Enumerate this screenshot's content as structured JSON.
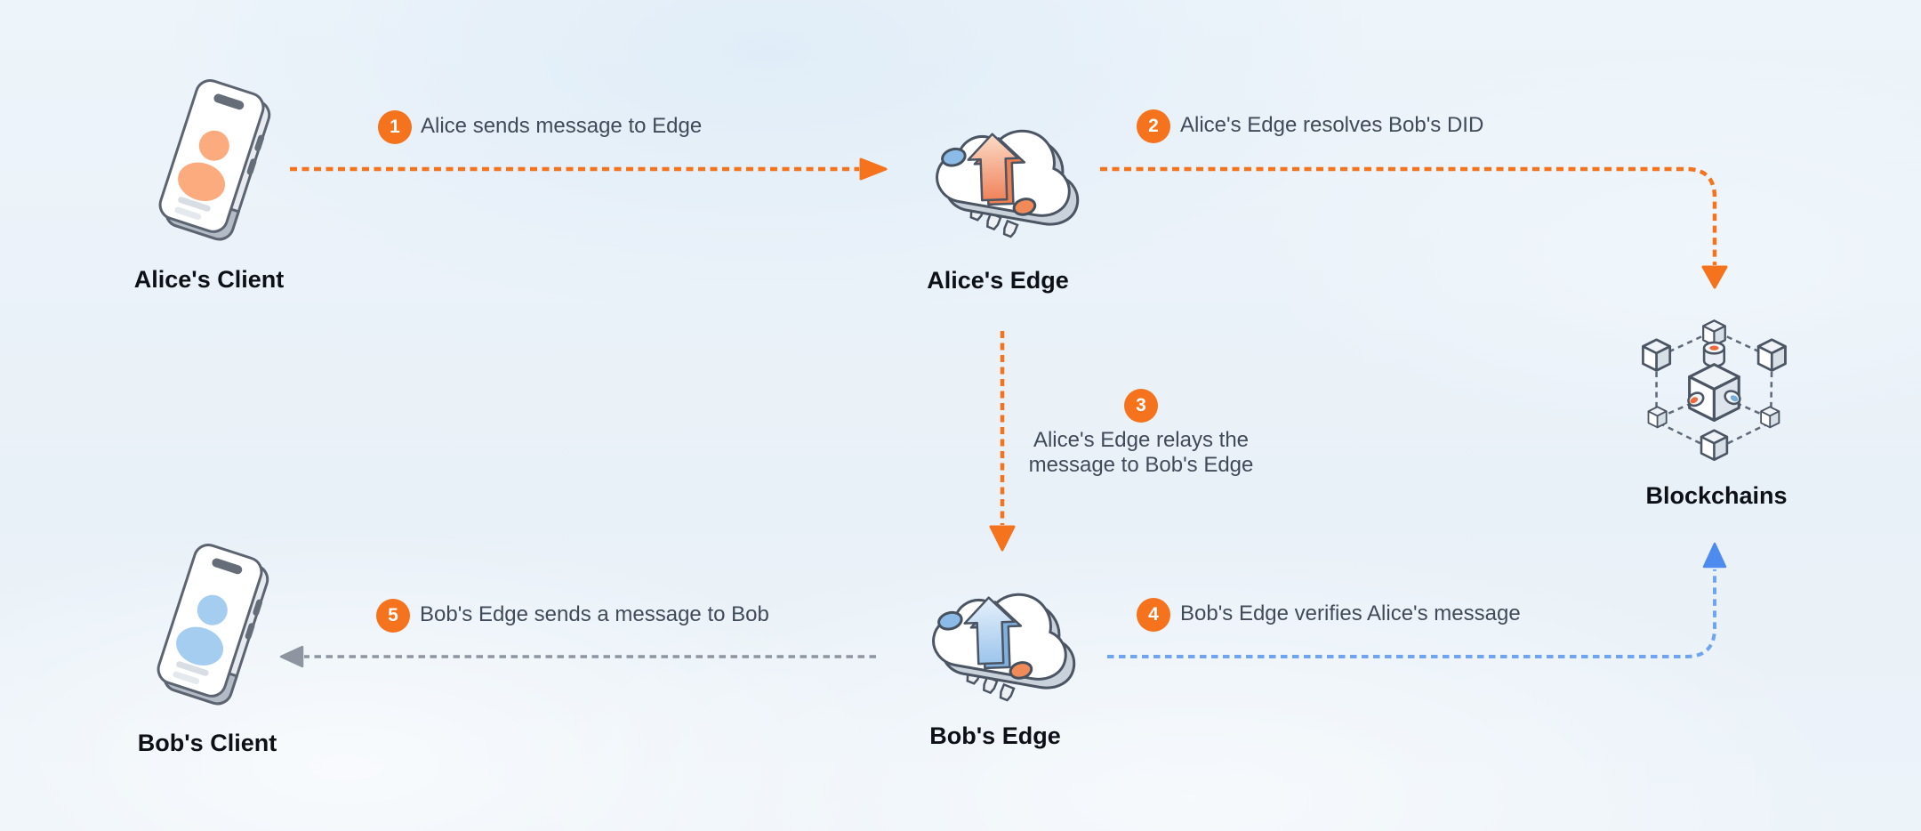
{
  "diagram": {
    "description_domain": "DIDComm message flow diagram",
    "colors": {
      "background": "#edf4fa",
      "accent_orange": "#f4731c",
      "accent_blue": "#6fa4f2",
      "arrow_gray": "#8e95a0",
      "step_text": "#414a59",
      "node_label": "#0d1117"
    },
    "nodes": {
      "alice_client": {
        "label": "Alice's Client",
        "icon": "smartphone-avatar-icon",
        "avatar_color": "#fcab7e"
      },
      "alice_edge": {
        "label": "Alice's Edge",
        "icon": "cloud-server-icon",
        "arrow_color": "#f59166"
      },
      "blockchains": {
        "label": "Blockchains",
        "icon": "blockchain-cubes-icon"
      },
      "bob_edge": {
        "label": "Bob's Edge",
        "icon": "cloud-server-icon",
        "arrow_color": "#9cc6ee"
      },
      "bob_client": {
        "label": "Bob's Client",
        "icon": "smartphone-avatar-icon",
        "avatar_color": "#a5cdf0"
      }
    },
    "steps": [
      {
        "number": "1",
        "label_lines": [
          "Alice sends message to Edge"
        ],
        "arrow_color": "#f4731c",
        "from": "alice_client",
        "to": "alice_edge"
      },
      {
        "number": "2",
        "label_lines": [
          "Alice's Edge resolves Bob's DID"
        ],
        "arrow_color": "#f4731c",
        "from": "alice_edge",
        "to": "blockchains"
      },
      {
        "number": "3",
        "label_lines": [
          "Alice's Edge relays the",
          "message to Bob's Edge"
        ],
        "arrow_color": "#f4731c",
        "from": "alice_edge",
        "to": "bob_edge"
      },
      {
        "number": "4",
        "label_lines": [
          "Bob's Edge verifies Alice's message"
        ],
        "arrow_color": "#6fa4f2",
        "from": "bob_edge",
        "to": "blockchains"
      },
      {
        "number": "5",
        "label_lines": [
          "Bob's Edge sends a message to Bob"
        ],
        "arrow_color": "#8e95a0",
        "from": "bob_edge",
        "to": "bob_client"
      }
    ]
  }
}
